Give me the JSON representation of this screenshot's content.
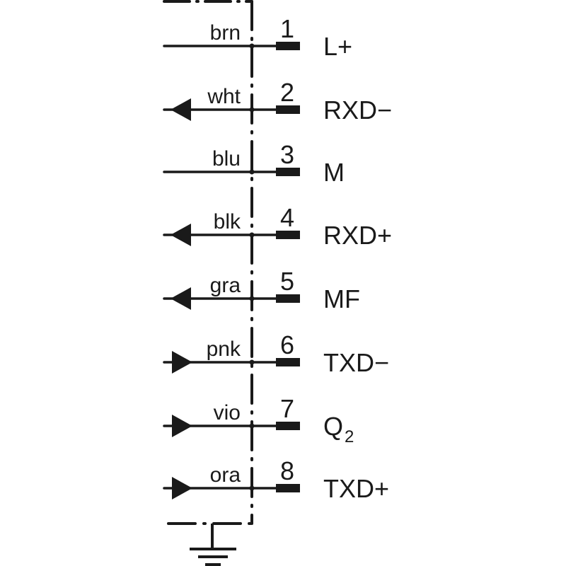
{
  "title": "Connector pin assignment",
  "colors": {
    "line": "#1a1a1a",
    "background": "#ffffff"
  },
  "pins": [
    {
      "number": "1",
      "wire": "brn",
      "signal": "L+",
      "subscript": "",
      "direction": "none"
    },
    {
      "number": "2",
      "wire": "wht",
      "signal": "RXD−",
      "subscript": "",
      "direction": "out"
    },
    {
      "number": "3",
      "wire": "blu",
      "signal": "M",
      "subscript": "",
      "direction": "none"
    },
    {
      "number": "4",
      "wire": "blk",
      "signal": "RXD+",
      "subscript": "",
      "direction": "out"
    },
    {
      "number": "5",
      "wire": "gra",
      "signal": "MF",
      "subscript": "",
      "direction": "out"
    },
    {
      "number": "6",
      "wire": "pnk",
      "signal": "TXD−",
      "subscript": "",
      "direction": "in"
    },
    {
      "number": "7",
      "wire": "vio",
      "signal": "Q",
      "subscript": "2",
      "direction": "in"
    },
    {
      "number": "8",
      "wire": "ora",
      "signal": "TXD+",
      "subscript": "",
      "direction": "in"
    }
  ],
  "ground": {
    "icon": "ground-icon"
  }
}
